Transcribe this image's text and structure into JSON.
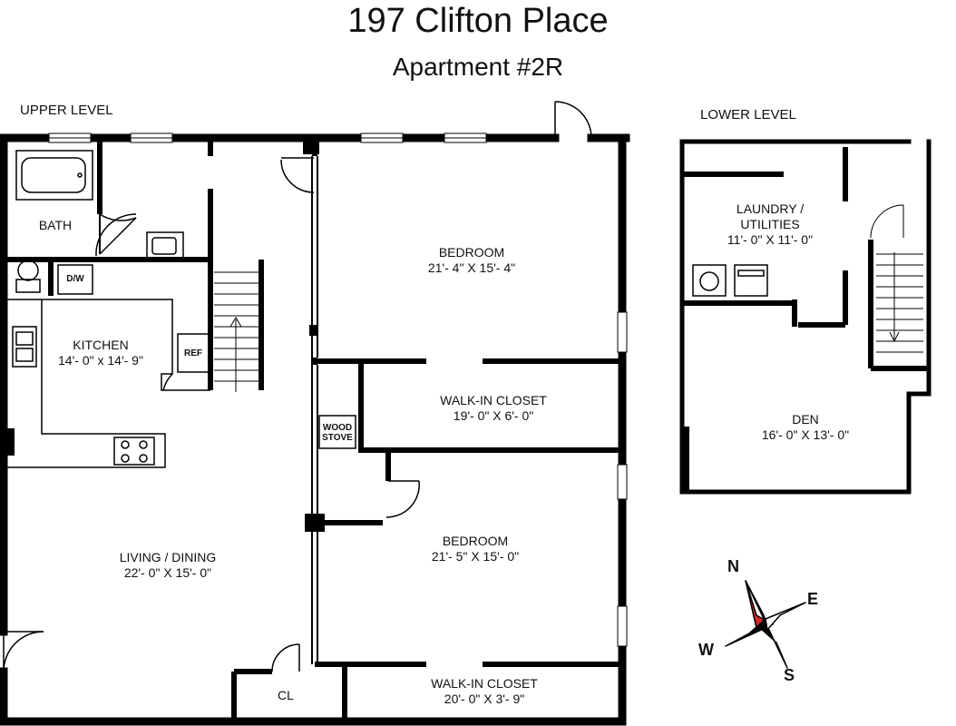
{
  "header": {
    "title": "197 Clifton Place",
    "subtitle": "Apartment #2R"
  },
  "levels": {
    "upper": "UPPER LEVEL",
    "lower": "LOWER LEVEL"
  },
  "rooms": {
    "bath": {
      "name": "BATH"
    },
    "kitchen": {
      "name": "KITCHEN",
      "dims": "14'- 0\" x 14'- 9\""
    },
    "dw": {
      "name": "D/W"
    },
    "ref": {
      "name": "REF"
    },
    "living": {
      "name": "LIVING / DINING",
      "dims": "22'- 0\" X 15'- 0\""
    },
    "closet": {
      "name": "CL"
    },
    "bedroom1": {
      "name": "BEDROOM",
      "dims": "21'- 4\" X 15'- 4\""
    },
    "walkin1": {
      "name": "WALK-IN CLOSET",
      "dims": "19'- 0\" X 6'- 0\""
    },
    "stove": {
      "name_line1": "WOOD",
      "name_line2": "STOVE"
    },
    "bedroom2": {
      "name": "BEDROOM",
      "dims": "21'- 5\" X 15'- 0\""
    },
    "walkin2": {
      "name": "WALK-IN CLOSET",
      "dims": "20'- 0\" X 3'- 9\""
    },
    "laundry": {
      "name_line1": "LAUNDRY /",
      "name_line2": "UTILITIES",
      "dims": "11'- 0\" X 11'- 0\""
    },
    "den": {
      "name": "DEN",
      "dims": "16'- 0\" X 13'- 0\""
    }
  },
  "compass": {
    "n": "N",
    "e": "E",
    "s": "S",
    "w": "W",
    "north_color": "#d62728"
  }
}
